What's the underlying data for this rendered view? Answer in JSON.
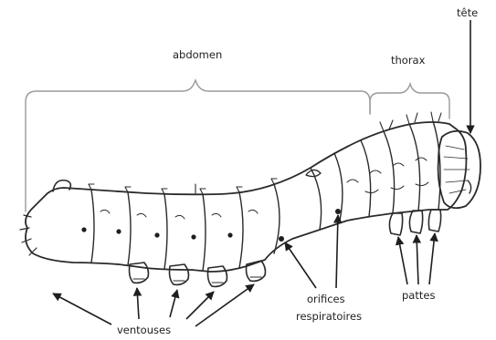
{
  "labels": {
    "head": "tête",
    "abdomen": "abdomen",
    "thorax": "thorax",
    "spiracles_line1": "orifices",
    "spiracles_line2": "respiratoires",
    "legs": "pattes",
    "prolegs": "ventouses"
  }
}
